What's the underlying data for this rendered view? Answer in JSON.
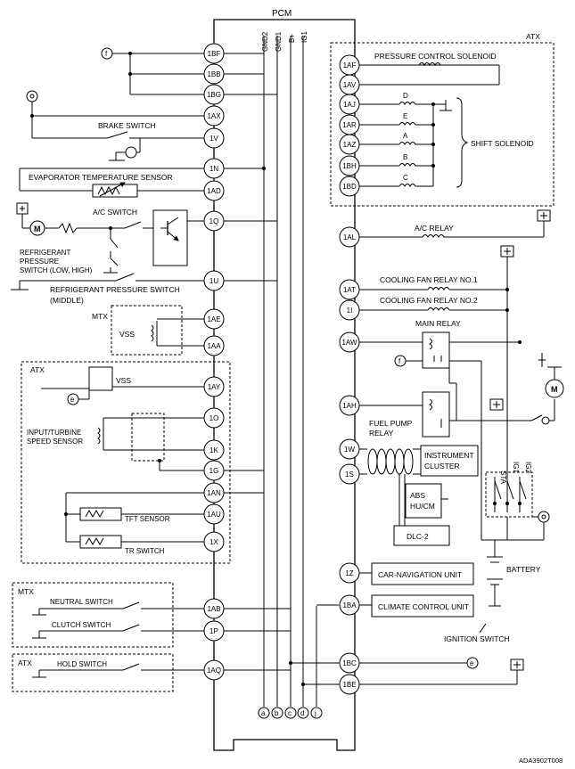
{
  "header": {
    "pcm": "PCM"
  },
  "bus_labels": [
    "GND2",
    "GND1",
    "B+",
    "IG1"
  ],
  "pins_left": [
    "1BF",
    "1BB",
    "1BG",
    "1AX",
    "1V",
    "1N",
    "1AD",
    "1Q",
    "1U",
    "1AE",
    "1AA",
    "1AY",
    "1O",
    "1K",
    "1G",
    "1AN",
    "1AU",
    "1X",
    "1AB",
    "1P",
    "1AQ"
  ],
  "pins_right": [
    "1AF",
    "1AV",
    "1AJ",
    "1AR",
    "1AZ",
    "1BH",
    "1BD",
    "1AL",
    "1AT",
    "1I",
    "1AW",
    "1AH",
    "1W",
    "1S",
    "1Z",
    "1BA",
    "1BC",
    "1BE"
  ],
  "connectors": [
    "a",
    "b",
    "c",
    "d",
    "j",
    "f",
    "e"
  ],
  "groups": {
    "atx": "ATX",
    "mtx": "MTX"
  },
  "labels": {
    "brake_switch": "BRAKE SWITCH",
    "evap_sensor": "EVAPORATOR TEMPERATURE SENSOR",
    "ac_switch": "A/C SWITCH",
    "refrig_switch_1": "REFRIGERANT",
    "refrig_switch_2": "PRESSURE",
    "refrig_switch_3": "SWITCH (LOW, HIGH)",
    "refrig_middle_1": "REFRIGERANT PRESSURE SWITCH",
    "refrig_middle_2": "(MIDDLE)",
    "vss": "VSS",
    "turbine_1": "INPUT/TURBINE",
    "turbine_2": "SPEED SENSOR",
    "tft": "TFT SENSOR",
    "tr": "TR SWITCH",
    "neutral": "NEUTRAL SWITCH",
    "clutch": "CLUTCH SWITCH",
    "hold": "HOLD SWITCH",
    "pcs": "PRESSURE CONTROL SOLENOID",
    "shift": "SHIFT SOLENOID",
    "sol_d": "D",
    "sol_e": "E",
    "sol_a": "A",
    "sol_b": "B",
    "sol_c": "C",
    "ac_relay": "A/C RELAY",
    "fan1": "COOLING FAN RELAY NO.1",
    "fan2": "COOLING FAN RELAY NO.2",
    "main_relay": "MAIN RELAY",
    "fuel_1": "FUEL PUMP",
    "fuel_2": "RELAY",
    "instrument_1": "INSTRUMENT",
    "instrument_2": "CLUSTER",
    "abs_1": "ABS",
    "abs_2": "HU/CM",
    "dlc": "DLC-2",
    "nav": "CAR-NAVIGATION UNIT",
    "climate": "CLIMATE CONTROL UNIT",
    "battery": "BATTERY",
    "ignition": "IGNITION SWITCH",
    "ig_sta": "STA",
    "ig_ig1": "IG1",
    "ig_ig2": "IG2",
    "motor": "M",
    "figure_id": "ADA3902T008"
  }
}
